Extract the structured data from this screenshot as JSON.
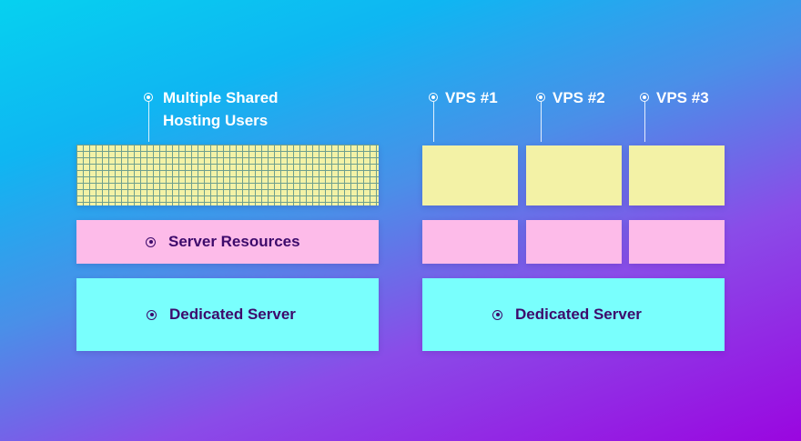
{
  "shared": {
    "users_label_line1": "Multiple Shared",
    "users_label_line2": "Hosting Users",
    "resources_label": "Server Resources",
    "server_label": "Dedicated Server"
  },
  "vps": {
    "labels": [
      "VPS #1",
      "VPS #2",
      "VPS #3"
    ],
    "server_label": "Dedicated Server"
  },
  "colors": {
    "yellow": "#f3f2a6",
    "pink": "#fdbbe9",
    "cyan": "#79fffd",
    "label_dark": "#3d0a6b",
    "gradient_top": "#06d1f0",
    "gradient_bottom": "#9a06e0"
  },
  "icons": {
    "marker": "target-dot-icon"
  }
}
